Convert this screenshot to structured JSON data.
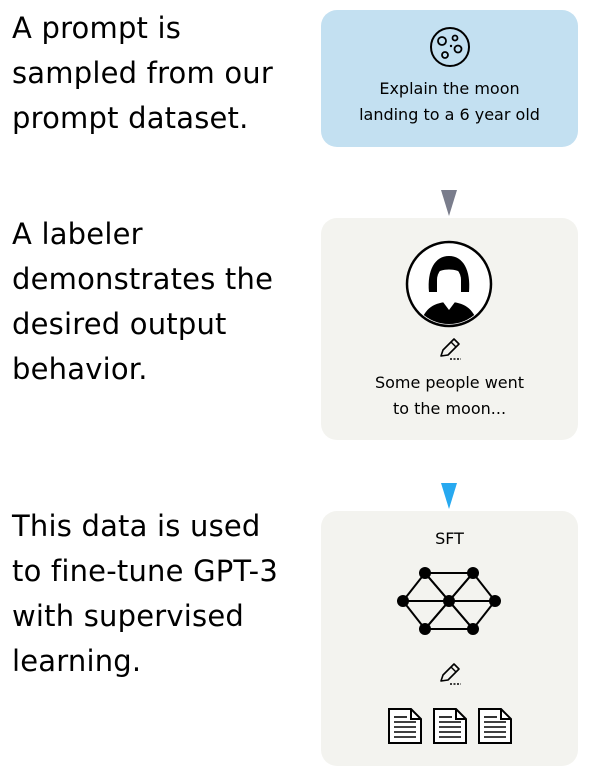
{
  "steps": [
    {
      "lines": [
        "A prompt is",
        "sampled from our",
        "prompt dataset."
      ]
    },
    {
      "lines": [
        "A labeler",
        "demonstrates the",
        "desired output",
        "behavior."
      ]
    },
    {
      "lines": [
        "This data is used",
        "to fine-tune GPT-3",
        "with supervised",
        "learning."
      ]
    }
  ],
  "prompt_card": {
    "icon": "moon-icon",
    "lines": [
      "Explain the moon",
      "landing to a 6 year old"
    ],
    "color": "#c3e0f1"
  },
  "labeler_card": {
    "avatar_icon": "labeler-avatar-icon",
    "pencil_icon": "pencil-icon",
    "lines": [
      "Some people went",
      "to the moon..."
    ]
  },
  "sft_card": {
    "label": "SFT",
    "network_icon": "neural-network-icon",
    "pencil_icon": "pencil-icon",
    "document_icons": [
      "document-icon",
      "document-icon",
      "document-icon"
    ]
  },
  "colors": {
    "card_background": "#f3f3ef",
    "arrow_gray": "#7a7d8c",
    "arrow_blue": "#27a9f0"
  }
}
